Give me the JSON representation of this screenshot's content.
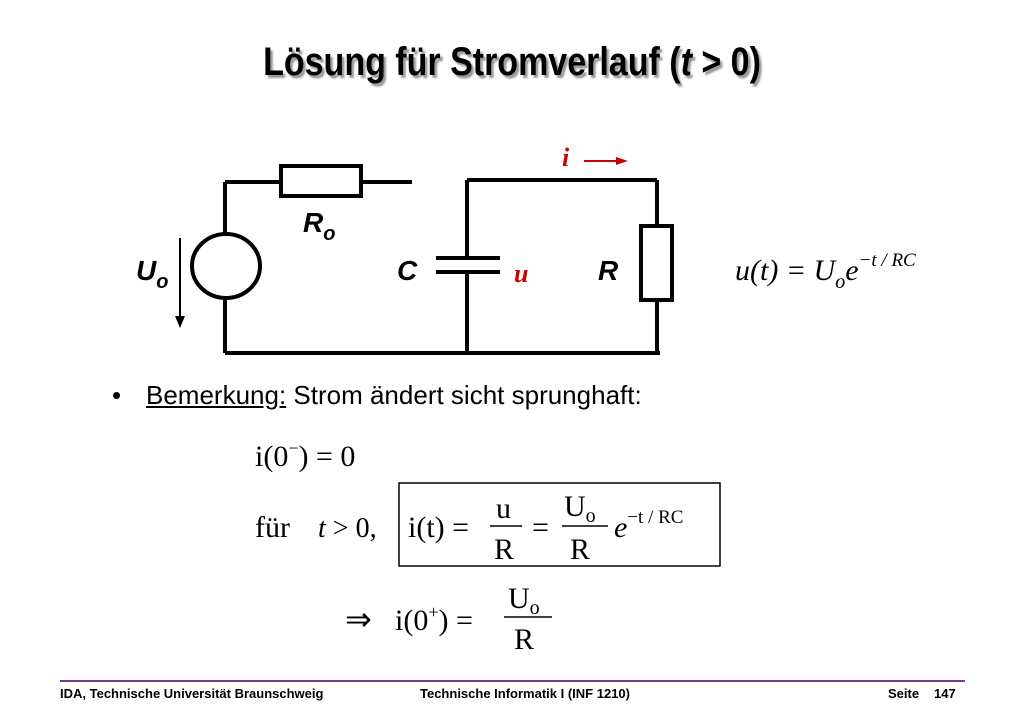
{
  "slide": {
    "title_pre": "Lösung für Stromverlauf (",
    "title_var": "t",
    "title_post": " > 0)"
  },
  "circuit": {
    "label_i": "i",
    "label_Ro_main": "R",
    "label_Ro_sub": "o",
    "label_Uo_main": "U",
    "label_Uo_sub": "o",
    "label_C": "C",
    "label_u": "u",
    "label_R": "R"
  },
  "formula_ut": {
    "lhs": "u(t) = U",
    "sub": "o",
    "base": "e",
    "exp": "−t / RC"
  },
  "bullet": {
    "lead": "Bemerkung:",
    "text": " Strom ändert sicht sprunghaft:"
  },
  "eq1": {
    "lhs": "i(0",
    "sup": "−",
    "rhs": ") = 0"
  },
  "eq2": {
    "prefix": "für",
    "cond_var": "t",
    "cond_rest": " > 0,",
    "lhs": "i(t) =",
    "frac1_num": "u",
    "frac1_den": "R",
    "eq": "=",
    "frac2_num_main": "U",
    "frac2_num_sub": "o",
    "frac2_den": "R",
    "exp_base": "e",
    "exp": "−t / RC"
  },
  "eq3": {
    "implies": "⇒",
    "lhs": "i(0",
    "sup": "+",
    "rhs": ") =",
    "num_main": "U",
    "num_sub": "o",
    "den": "R"
  },
  "footer": {
    "left": "IDA, Technische Universität Braunschweig",
    "center": "Technische Informatik I (INF 1210)",
    "seite_label": "Seite",
    "page": "147"
  },
  "colors": {
    "accent_red": "#cc0000",
    "rule_purple": "#7a3a8c"
  }
}
